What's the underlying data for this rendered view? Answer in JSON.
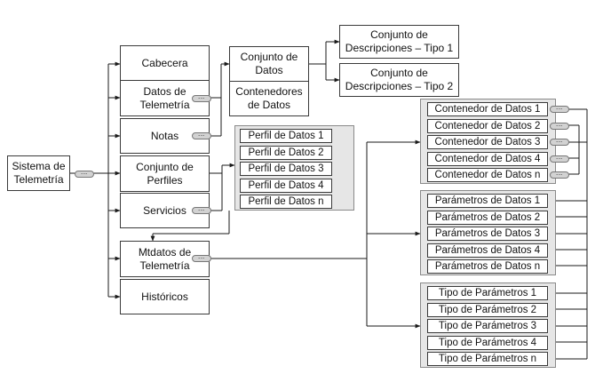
{
  "diagram": {
    "root": "Sistema de Telemetría",
    "main_nodes": {
      "cabecera": "Cabecera",
      "datos_telemetria": "Datos de Telemetría",
      "notas": "Notas",
      "conjunto_perfiles": "Conjunto de Perfiles",
      "servicios": "Servicios",
      "mtdatos_telemetria": "Mtdatos de Telemetría",
      "historicos": "Históricos"
    },
    "datos_children": {
      "conjunto_datos": "Conjunto de Datos",
      "contenedores_datos": "Contenedores de Datos"
    },
    "descripciones": {
      "tipo1": "Conjunto de Descripciones – Tipo 1",
      "tipo2": "Conjunto de Descripciones – Tipo 2"
    },
    "perfiles": [
      "Perfil de Datos 1",
      "Perfil de Datos 2",
      "Perfil de Datos 3",
      "Perfil de Datos 4",
      "Perfil de Datos n"
    ],
    "contenedores": [
      "Contenedor de Datos 1",
      "Contenedor de Datos 2",
      "Contenedor de Datos 3",
      "Contenedor de Datos 4",
      "Contenedor de Datos n"
    ],
    "parametros": [
      "Parámetros de Datos 1",
      "Parámetros de Datos 2",
      "Parámetros de Datos 3",
      "Parámetros de Datos 4",
      "Parámetros de Datos n"
    ],
    "tipos": [
      "Tipo de Parámetros 1",
      "Tipo de Parámetros 2",
      "Tipo de Parámetros 3",
      "Tipo de Parámetros 4",
      "Tipo de Parámetros n"
    ],
    "connector_symbol": "---",
    "colors": {
      "line": "#1a1a1a",
      "border": "#3a3a3a",
      "panel": "#e6e6e6",
      "connector": "#d2d2d2"
    }
  }
}
